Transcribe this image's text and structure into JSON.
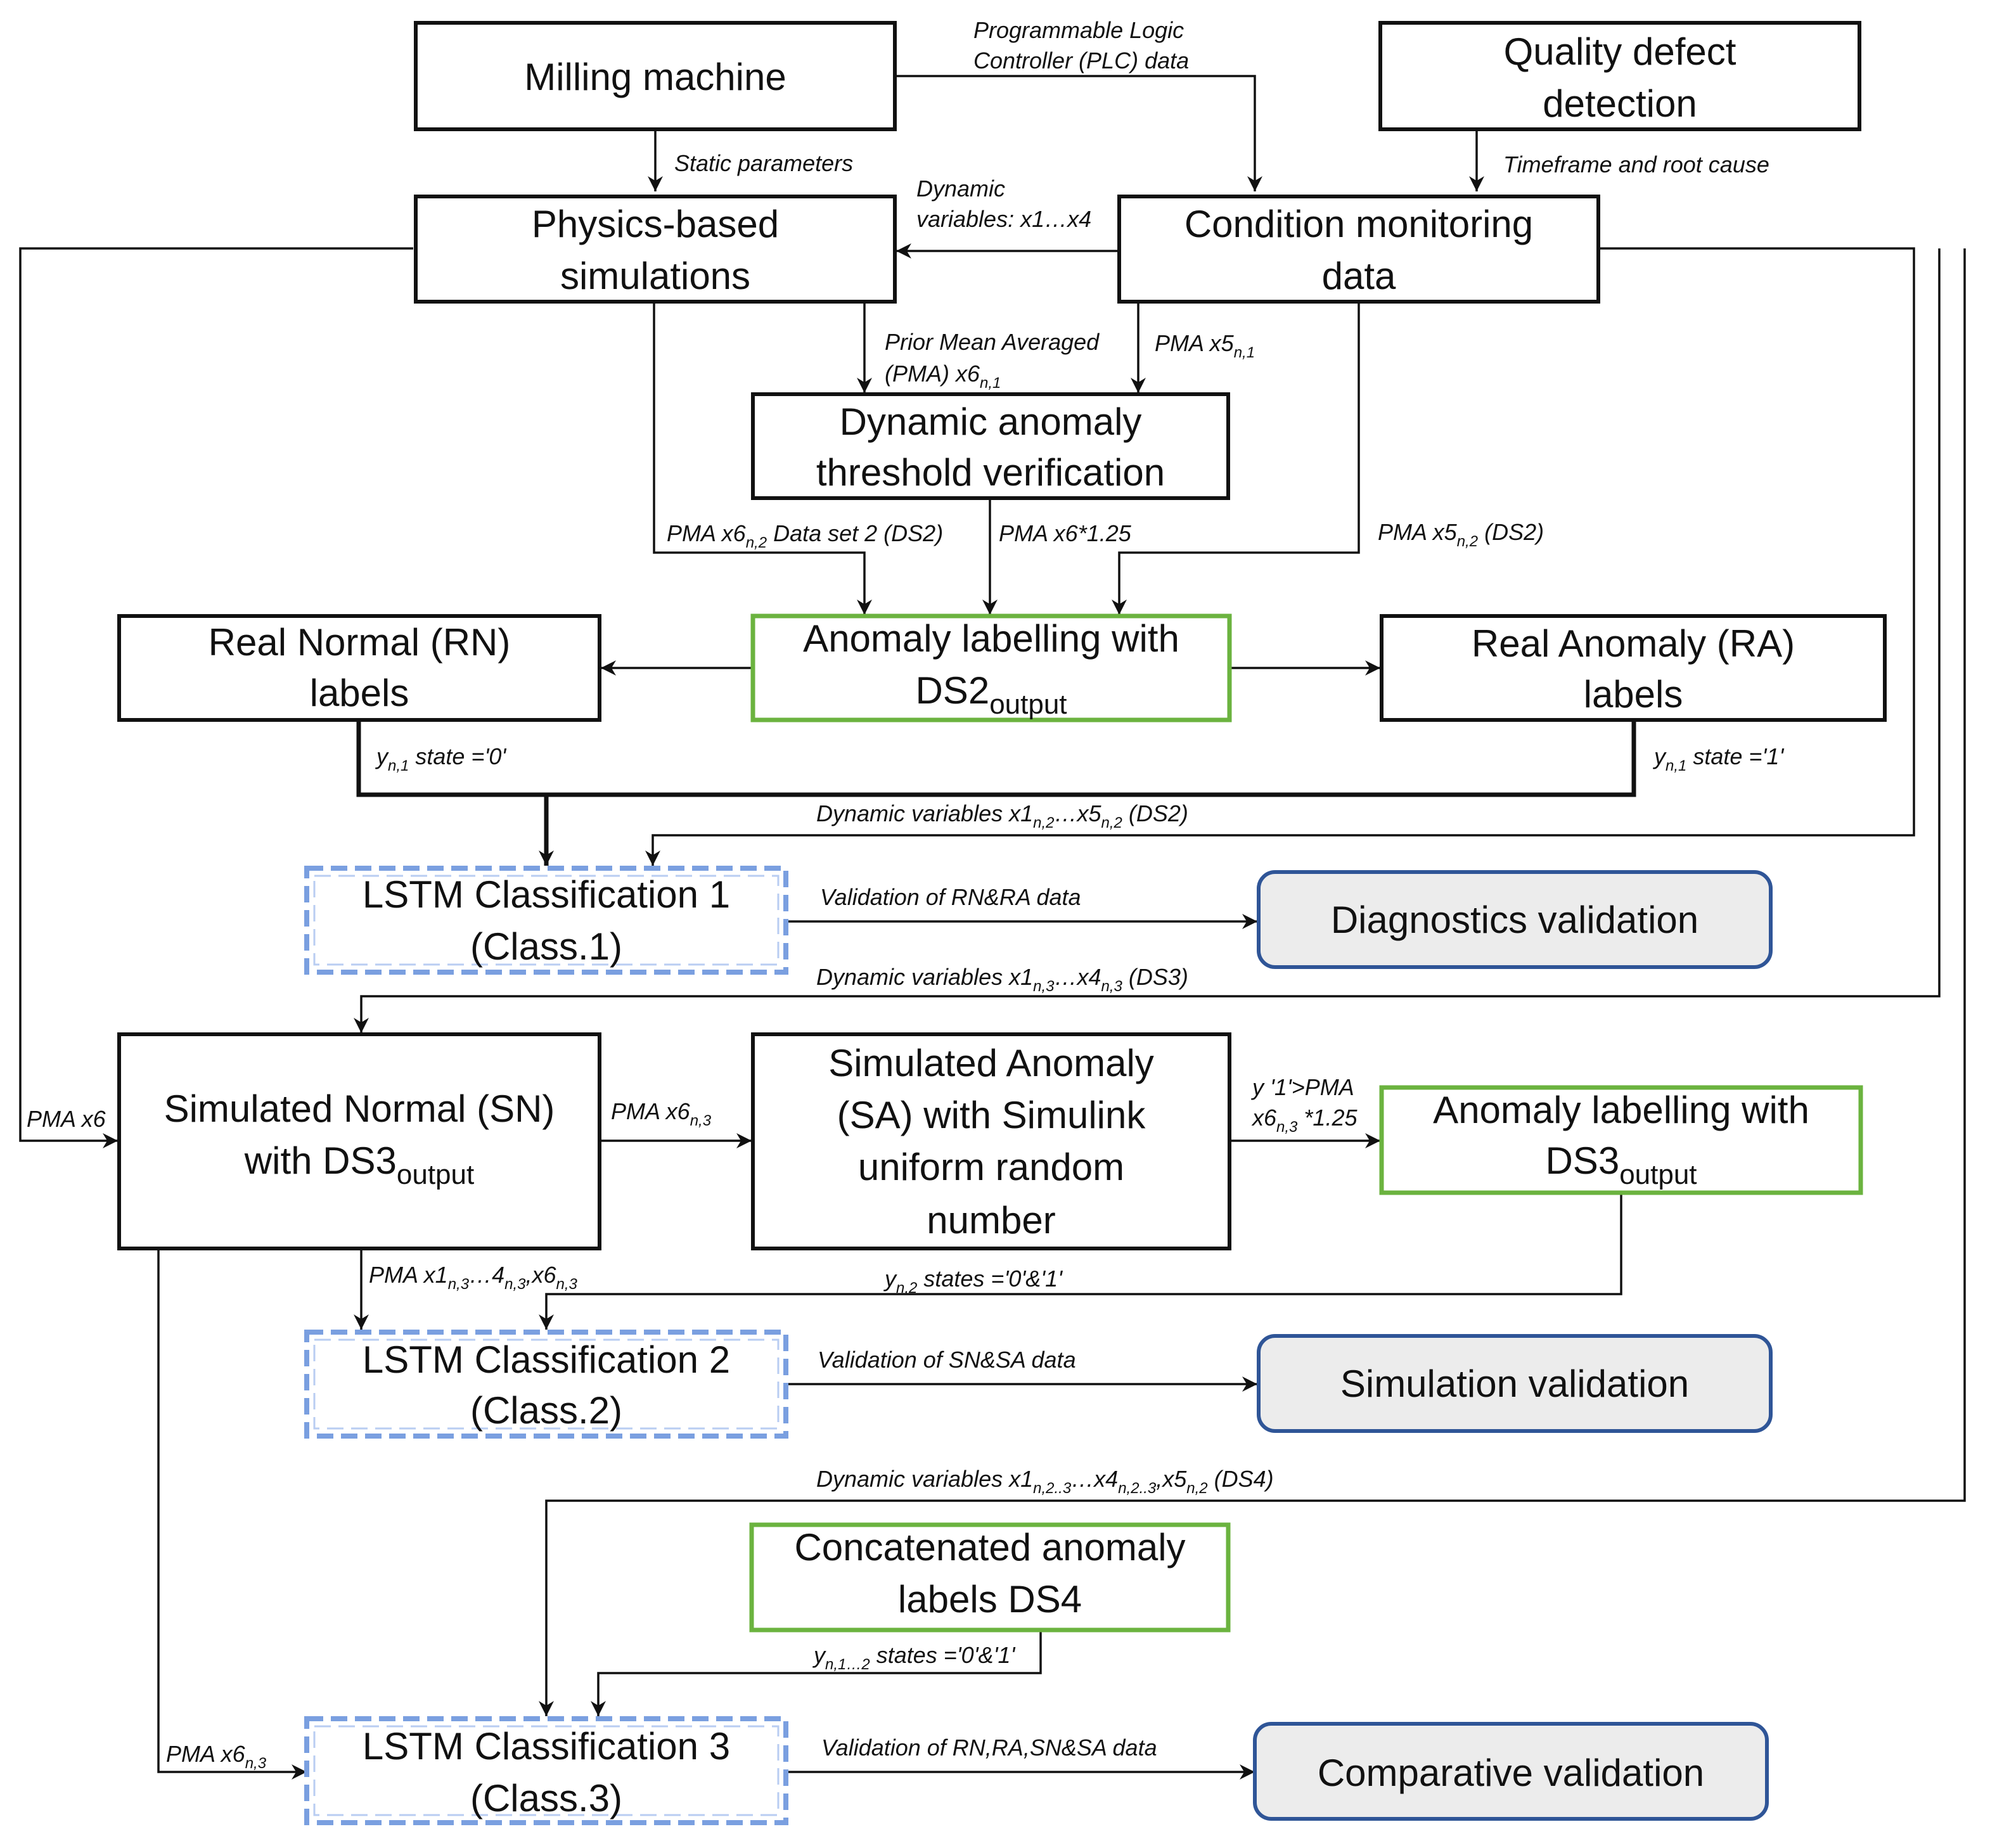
{
  "boxes": {
    "milling": "Milling machine",
    "quality": [
      "Quality defect",
      "detection"
    ],
    "physics": [
      "Physics-based",
      "simulations"
    ],
    "condition": [
      "Condition monitoring",
      "data"
    ],
    "dynamic_threshold": [
      "Dynamic anomaly",
      "threshold verification"
    ],
    "anomaly_ds2": {
      "line1": "Anomaly labelling with",
      "base": "DS2",
      "sub": "output"
    },
    "rn": [
      "Real Normal (RN)",
      "labels"
    ],
    "ra": [
      "Real Anomaly (RA)",
      "labels"
    ],
    "lstm1": [
      "LSTM Classification 1",
      "(Class.1)"
    ],
    "diag_val": "Diagnostics validation",
    "sn": {
      "line1": "Simulated Normal (SN)",
      "base": "with DS3",
      "sub": "output"
    },
    "sa": [
      "Simulated Anomaly",
      "(SA) with Simulink",
      "uniform random",
      "number"
    ],
    "anomaly_ds3": {
      "line1": "Anomaly labelling with",
      "base": "DS3",
      "sub": "output"
    },
    "lstm2": [
      "LSTM Classification 2",
      "(Class.2)"
    ],
    "sim_val": "Simulation validation",
    "concat": [
      "Concatenated anomaly",
      "labels DS4"
    ],
    "lstm3": [
      "LSTM Classification 3",
      "(Class.3)"
    ],
    "comp_val": "Comparative validation"
  },
  "labels": {
    "plc_1": "Programmable Logic",
    "plc_2": "Controller (PLC) data",
    "static": "Static parameters",
    "timeframe": "Timeframe and root cause",
    "dyn_1": "Dynamic",
    "dyn_2": "variables: x1…x4",
    "prior_1": "Prior Mean Averaged",
    "prior_2a": "(PMA) x6",
    "prior_2sub": "n,1",
    "pma_x5_a": "PMA x5",
    "pma_x5_sub": "n,1",
    "pma_x6n2_a": "PMA x6",
    "pma_x6n2_sub": "n,2",
    "pma_x6n2_b": " Data set 2 (DS2)",
    "pma_125": "PMA x6*1.25",
    "pma_x5n2_a": "PMA x5",
    "pma_x5n2_sub": "n,2",
    "pma_x5n2_b": " (DS2)",
    "yn1_0_a": "y",
    "yn1_0_sub": "n,1",
    "yn1_0_b": " state ='0'",
    "yn1_1_a": "y",
    "yn1_1_sub": "n,1",
    "yn1_1_b": " state ='1'",
    "ds2_dyn_a": "Dynamic variables x1",
    "ds2_dyn_sub1": "n,2",
    "ds2_dyn_b": "…x5",
    "ds2_dyn_sub2": "n,2",
    "ds2_dyn_c": " (DS2)",
    "val_rnra": "Validation of RN&RA data",
    "ds3_dyn_a": "Dynamic variables x1",
    "ds3_dyn_sub1": "n,3",
    "ds3_dyn_b": "…x4",
    "ds3_dyn_sub2": "n,3",
    "ds3_dyn_c": " (DS3)",
    "pma_x6": "PMA x6",
    "pma_x6n3_a": "PMA x6",
    "pma_x6n3_sub": "n,3",
    "y1_pma_1": "y '1'>PMA",
    "y1_pma_2a": "x6",
    "y1_pma_2sub": "n,3",
    "y1_pma_2b": " *1.25",
    "pma_x1_a": "PMA x1",
    "pma_x1_sub1": "n,3",
    "pma_x1_b": "…4",
    "pma_x1_sub2": "n,3",
    "pma_x1_c": ",x6",
    "pma_x1_sub3": "n,3",
    "yn2_a": "y",
    "yn2_sub": "n,2",
    "yn2_b": " states ='0'&'1'",
    "val_snsa": "Validation of SN&SA data",
    "ds4_dyn_a": "Dynamic variables x1",
    "ds4_dyn_sub1": "n,2..3",
    "ds4_dyn_b": "…x4",
    "ds4_dyn_sub2": "n,2..3",
    "ds4_dyn_c": ",x5",
    "ds4_dyn_sub3": "n,2",
    "ds4_dyn_d": " (DS4)",
    "yn12_a": "y",
    "yn12_sub": "n,1…2",
    "yn12_b": " states ='0'&'1'",
    "pma_x6n3b_a": "PMA x6",
    "pma_x6n3b_sub": "n,3",
    "val_all": "Validation of RN,RA,SN&SA data"
  },
  "colors": {
    "green_border": "#6bb33f",
    "dashed_blue": "#7a9fe0",
    "validation_border": "#2f5597",
    "validation_fill": "#ececec"
  }
}
